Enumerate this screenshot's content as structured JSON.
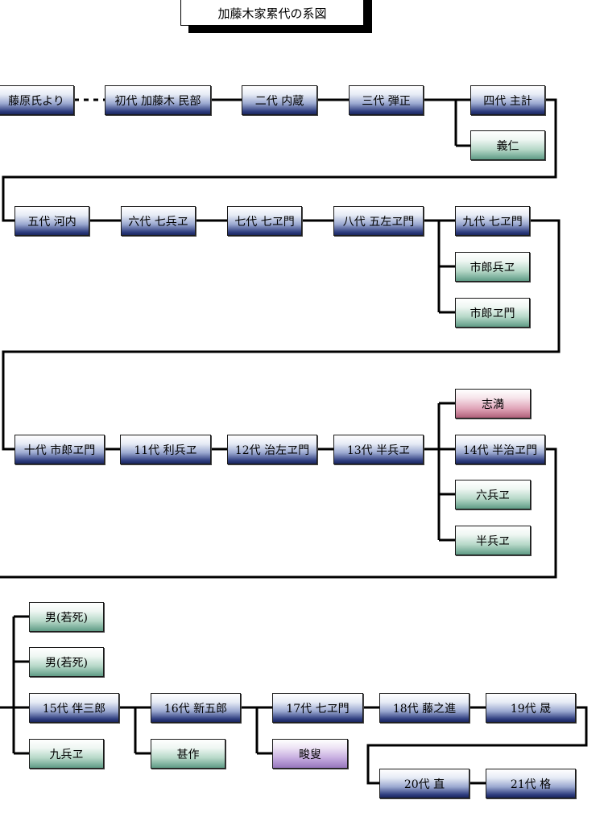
{
  "title": "加藤木家累代の系図",
  "nodes": {
    "n_fujiwara": "藤原氏より",
    "n_shodai": "初代 加藤木 民部",
    "n_nidai": "二代 内蔵",
    "n_sandai": "三代 弾正",
    "n_yondai": "四代 主計",
    "n_yoshihito": "義仁",
    "n_godai": "五代 河内",
    "n_rokudai": "六代 七兵ヱ",
    "n_nanadai": "七代 七ヱ門",
    "n_hachidai": "八代 五左ヱ門",
    "n_kyudai": "九代 七ヱ門",
    "n_ichirobee": "市郎兵ヱ",
    "n_ichiroemon": "市郎ヱ門",
    "n_judai": "十代 市郎ヱ門",
    "n_11": "11代 利兵ヱ",
    "n_12": "12代 治左ヱ門",
    "n_13": "13代 半兵ヱ",
    "n_shiman": "志満",
    "n_14": "14代 半治ヱ門",
    "n_rokubee": "六兵ヱ",
    "n_hanbee": "半兵ヱ",
    "n_otoko1": "男(若死)",
    "n_otoko2": "男(若死)",
    "n_15": "15代 伴三郎",
    "n_kyubee": "九兵ヱ",
    "n_16": "16代 新五郎",
    "n_jinsaku": "甚作",
    "n_17": "17代 七ヱ門",
    "n_shunso": "畯叟",
    "n_18": "18代 藤之進",
    "n_19": "19代 晟",
    "n_20": "20代 直",
    "n_21": "21代 格"
  },
  "colors": {
    "navy": "#1b2760",
    "teal": "#5f9c86",
    "pink": "#b0607a",
    "purple": "#9676bd",
    "line": "#000000"
  }
}
